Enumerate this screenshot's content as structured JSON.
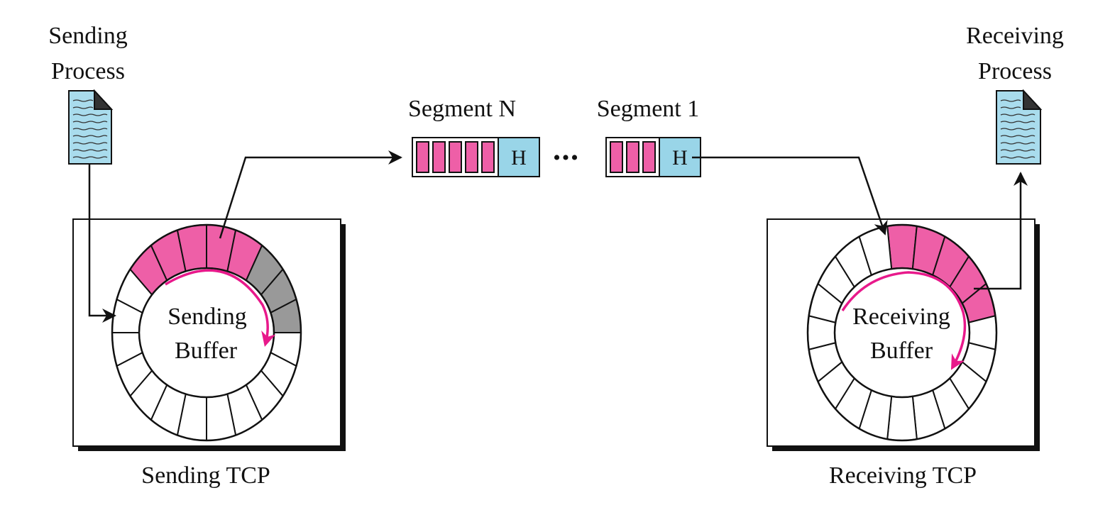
{
  "sender": {
    "process_line1": "Sending",
    "process_line2": "Process",
    "buffer_line1": "Sending",
    "buffer_line2": "Buffer",
    "tcp_label": "Sending TCP"
  },
  "receiver": {
    "process_line1": "Receiving",
    "process_line2": "Process",
    "buffer_line1": "Receiving",
    "buffer_line2": "Buffer",
    "tcp_label": "Receiving TCP"
  },
  "segments": [
    {
      "label": "Segment N",
      "data_blocks": 5,
      "header": "H"
    },
    {
      "label": "Segment 1",
      "data_blocks": 3,
      "header": "H"
    }
  ],
  "ellipsis": "•••",
  "colors": {
    "data": "#ee5fa7",
    "sent_unacked": "#999999",
    "header": "#99d5e8",
    "document": "#a9dced",
    "arrow_curve": "#e8198b",
    "line": "#111111",
    "shadow": "#111111"
  },
  "ring": {
    "cells": 20
  },
  "sending_ring_states": [
    "pink",
    "pink",
    "pink",
    "pink",
    "grey",
    "grey",
    "grey",
    "empty",
    "empty",
    "empty",
    "empty",
    "empty",
    "empty",
    "empty",
    "empty",
    "empty",
    "empty",
    "empty",
    "empty",
    "pink"
  ],
  "receiving_ring_states": [
    "pink",
    "pink",
    "pink",
    "pink",
    "pink",
    "empty",
    "empty",
    "empty",
    "empty",
    "empty",
    "empty",
    "empty",
    "empty",
    "empty",
    "empty",
    "empty",
    "empty",
    "empty",
    "empty",
    "empty"
  ]
}
